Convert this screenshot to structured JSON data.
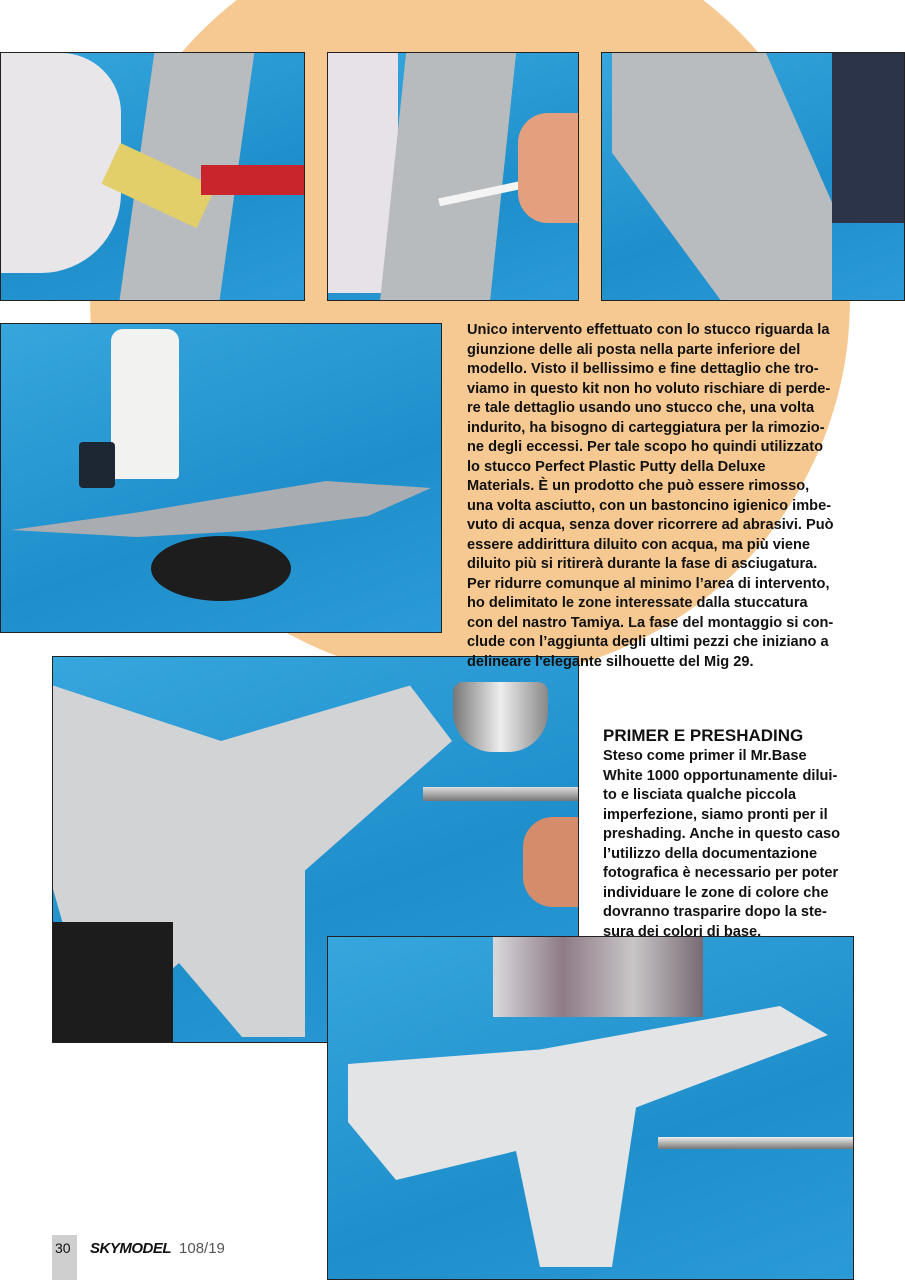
{
  "article": {
    "paragraph1_lines": [
      "Unico intervento effettuato con lo stucco riguarda la",
      "giunzione delle ali posta nella parte inferiore del",
      "modello. Visto il bellissimo e fine dettaglio che tro-",
      "viamo in questo kit non ho voluto rischiare di perde-",
      "re tale dettaglio usando uno stucco che, una volta",
      "indurito, ha bisogno di carteggiatura per la rimozio-",
      "ne degli eccessi. Per tale scopo ho quindi utilizzato",
      "lo stucco Perfect Plastic Putty della Deluxe",
      "Materials. È un prodotto che può essere rimosso,",
      "una volta asciutto, con un bastoncino igienico imbe-",
      "vuto di acqua, senza dover ricorrere ad abrasivi. Può",
      "essere addirittura diluito con acqua, ma più viene",
      "diluito più si ritirerà durante la fase di asciugatura.",
      "Per ridurre comunque al minimo l’area di intervento,",
      "ho delimitato le zone interessate dalla stuccatura",
      "con del nastro Tamiya. La fase del montaggio si con-",
      "clude con l’aggiunta degli ultimi pezzi che iniziano a",
      "delineare l'elegante silhouette del Mig 29."
    ],
    "section_title": "PRIMER E PRESHADING",
    "paragraph2_lines": [
      "Steso come primer il Mr.Base",
      "White 1000 opportunamente dilui-",
      "to e lisciata qualche piccola",
      "imperfezione, siamo pronti per il",
      "preshading. Anche in questo caso",
      "l’utilizzo della documentazione",
      "fotografica è necessario per poter",
      "individuare le zone di colore che",
      "dovranno trasparire dopo la ste-",
      "sura dei colori di base."
    ]
  },
  "footer": {
    "page_number": "30",
    "magazine": "SKYMODEL",
    "issue": "108/19"
  },
  "colors": {
    "accent_peach": "#f7c992",
    "photo_background_blue": "#2b9ad6"
  }
}
